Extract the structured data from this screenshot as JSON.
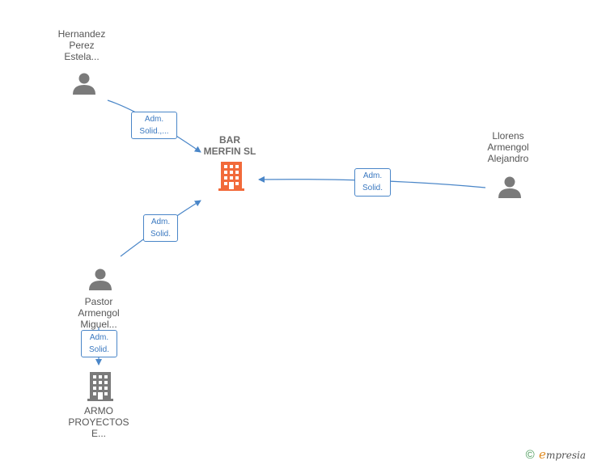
{
  "nodes": {
    "hernandez": {
      "label": "Hernandez\nPerez\nEstela..."
    },
    "bar_merfin": {
      "label": "BAR\nMERFIN  SL"
    },
    "llorens": {
      "label": "Llorens\nArmengol\nAlejandro"
    },
    "pastor": {
      "label": "Pastor\nArmengol\nMiguel..."
    },
    "armo": {
      "label": "ARMO\nPROYECTOS\nE..."
    }
  },
  "edges": {
    "hernandez_to_bar": {
      "label": "Adm.\nSolid.,..."
    },
    "pastor_to_bar": {
      "label": "Adm.\nSolid."
    },
    "llorens_to_bar": {
      "label": "Adm.\nSolid."
    },
    "pastor_to_armo": {
      "label": "Adm.\nSolid."
    }
  },
  "footer": {
    "copyright_symbol": "©",
    "brand_initial": "e",
    "brand_rest": "mpresia"
  },
  "colors": {
    "edge": "#4a86c8",
    "person_icon": "#7a7a7a",
    "focus_company": "#f26a3a",
    "company": "#7a7a7a"
  }
}
